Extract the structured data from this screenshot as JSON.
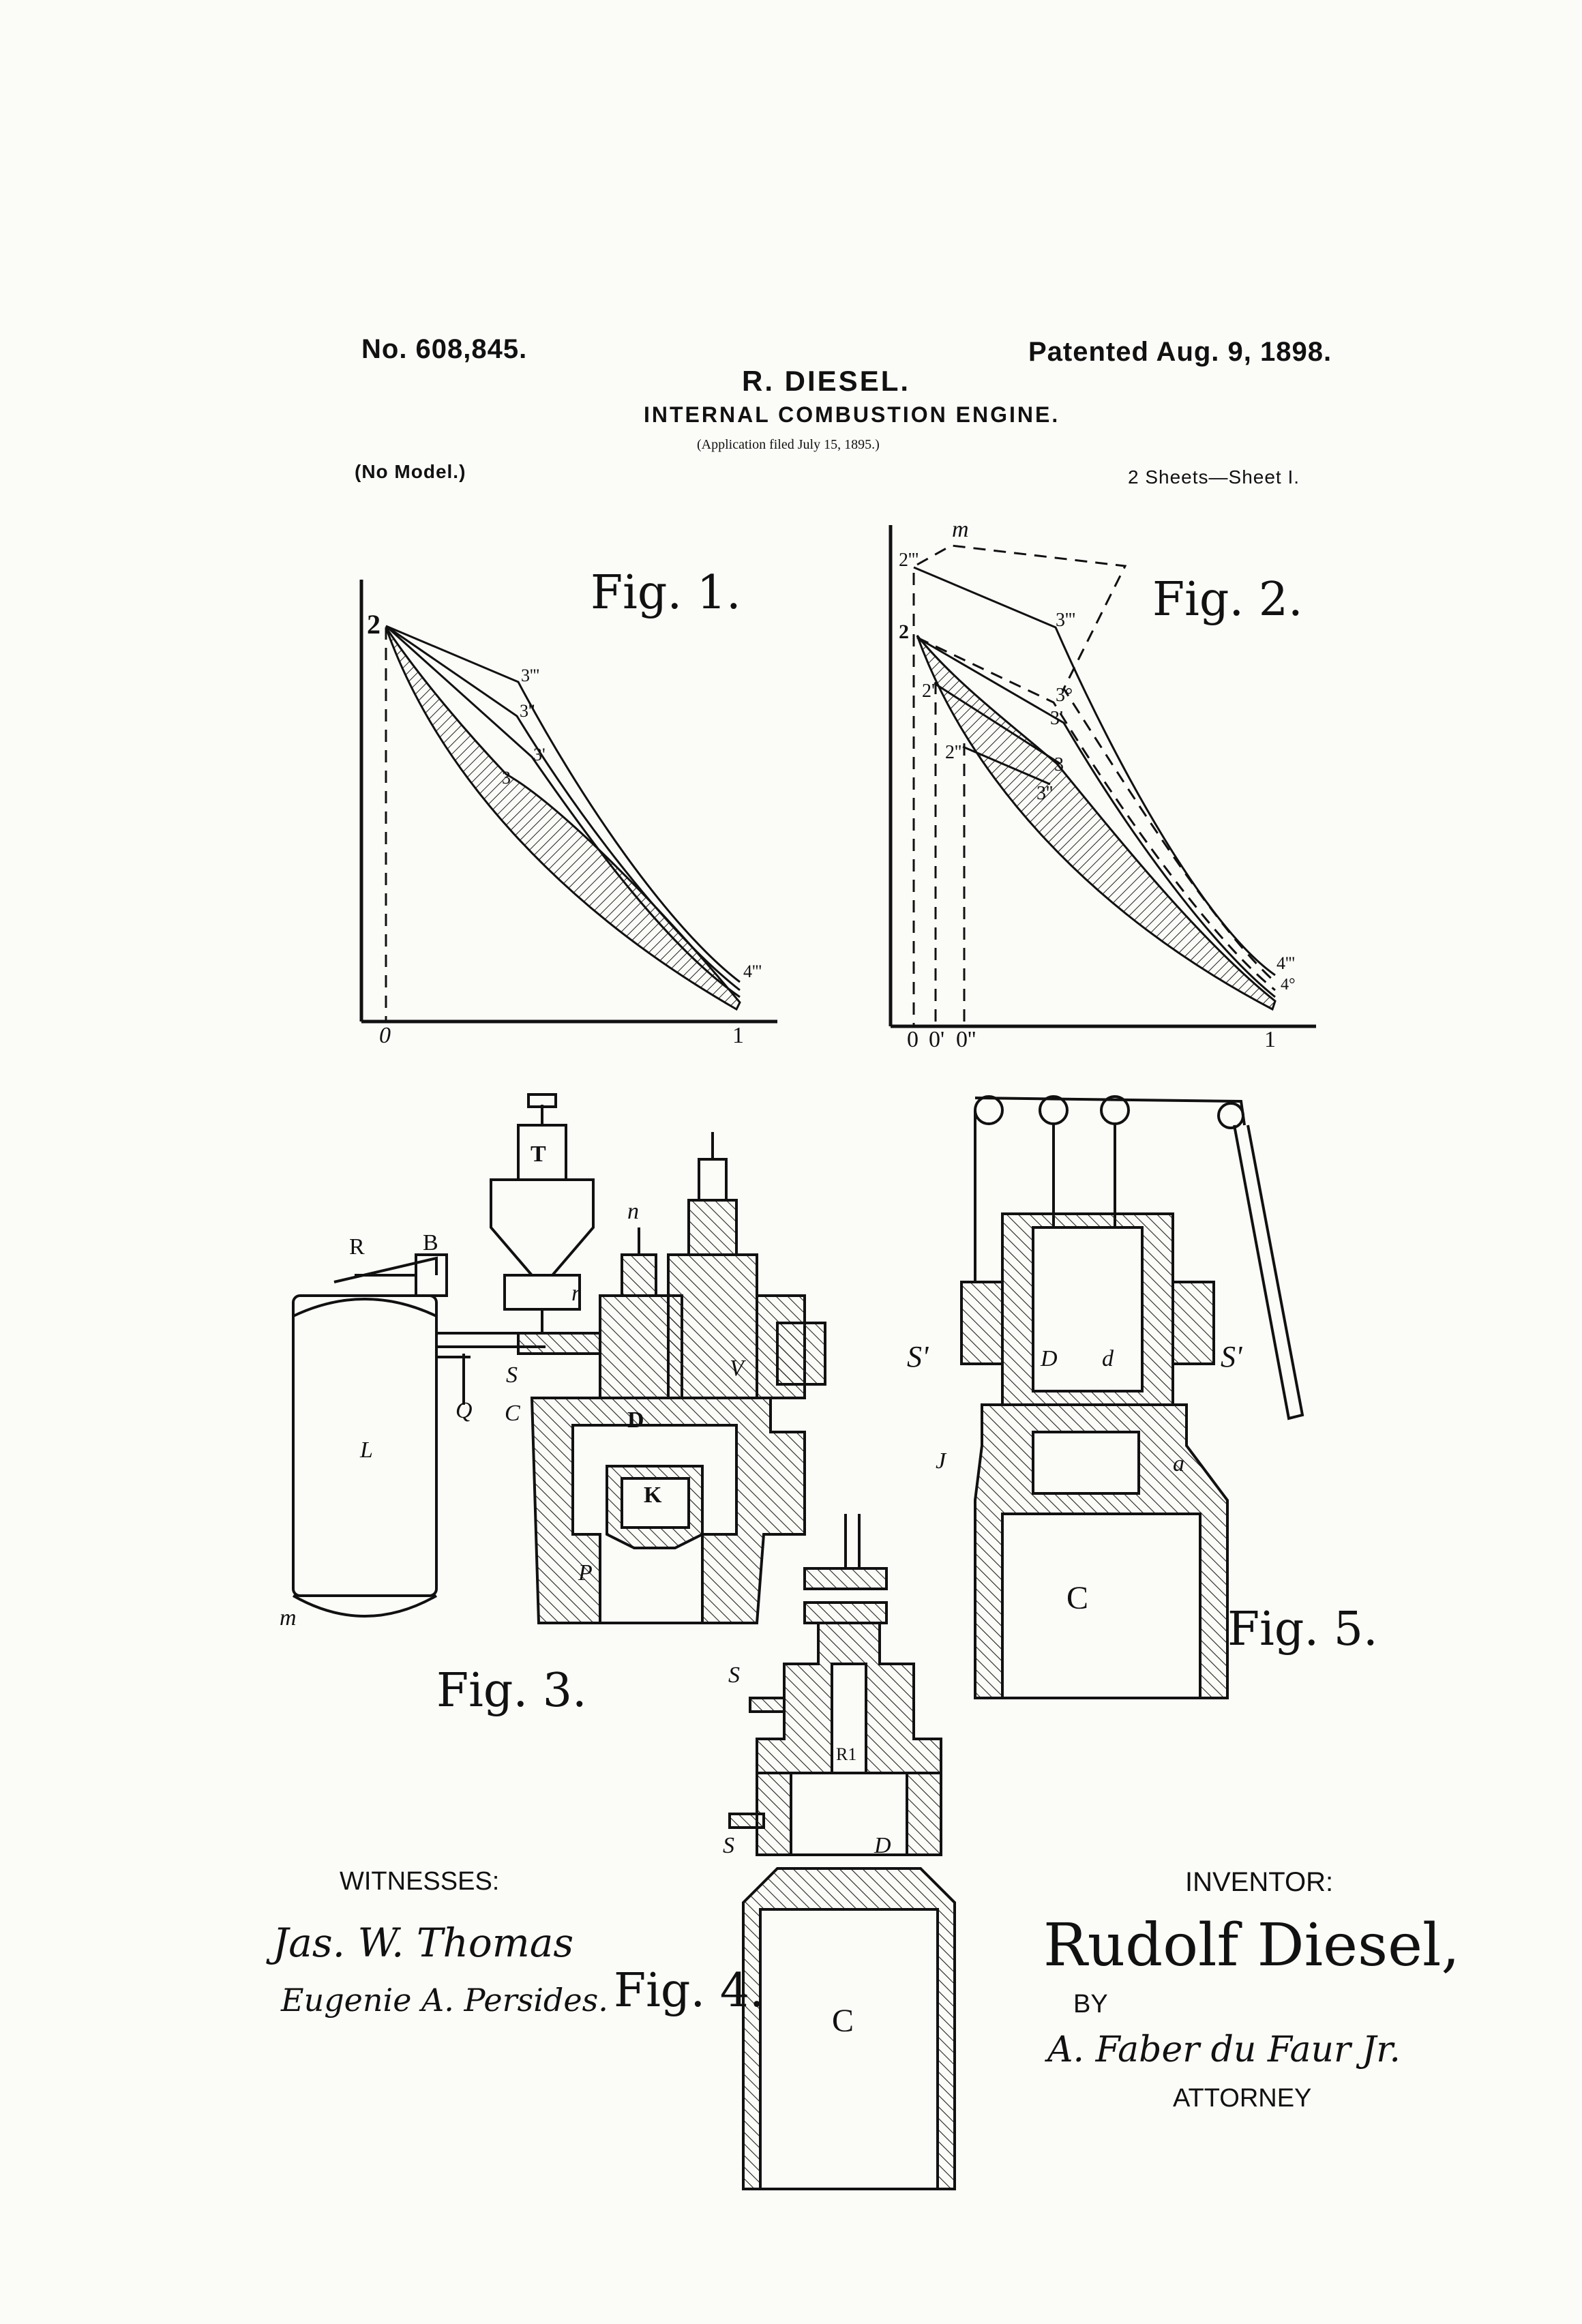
{
  "header": {
    "number": "No. 608,845.",
    "patented": "Patented Aug. 9, 1898.",
    "inventor_name": "R. DIESEL.",
    "title": "INTERNAL COMBUSTION ENGINE.",
    "application": "(Application filed July 15, 1895.)",
    "model": "(No Model.)",
    "sheets": "2 Sheets—Sheet I."
  },
  "figures": {
    "fig1": "Fig. 1.",
    "fig2": "Fig. 2.",
    "fig3": "Fig. 3.",
    "fig4": "Fig. 4.",
    "fig5": "Fig. 5."
  },
  "fig1_labels": {
    "p2": "2",
    "p3a": "3'''",
    "p3b": "3''",
    "p3c": "3'",
    "p3d": "3",
    "p4": "4'''",
    "p1": "1",
    "p0": "0"
  },
  "fig2_labels": {
    "m": "m",
    "p2a": "2'''",
    "p2": "2",
    "p2b": "2'",
    "p2c": "2''",
    "p3a": "3'''",
    "p3b": "3°",
    "p3c": "3'",
    "p3d": "3",
    "p3e": "3''",
    "p4a": "4'''",
    "p4b": "4°",
    "o": "0",
    "o1": "0'",
    "o2": "0''",
    "p1": "1"
  },
  "fig3_labels": {
    "L": "L",
    "R": "R",
    "B": "B",
    "T": "T",
    "r": "r",
    "n": "n",
    "Q": "Q",
    "S": "S",
    "C": "C",
    "D": "D",
    "K": "K",
    "P": "P",
    "V": "V",
    "m": "m"
  },
  "fig4_labels": {
    "S1": "S",
    "S2": "S",
    "R1": "R1",
    "D": "D",
    "C": "C"
  },
  "fig5_labels": {
    "S1": "S'",
    "S2": "S'",
    "D": "D",
    "d": "d",
    "J": "J",
    "a": "a",
    "C": "C"
  },
  "witnesses": {
    "heading": "WITNESSES:",
    "sig1": "Jas. W. Thomas",
    "sig2": "Eugenie A. Persides."
  },
  "inventor": {
    "heading": "INVENTOR:",
    "name": "Rudolf Diesel,",
    "by": "BY",
    "attorney_sig": "A. Faber du Faur Jr.",
    "attorney": "ATTORNEY"
  }
}
